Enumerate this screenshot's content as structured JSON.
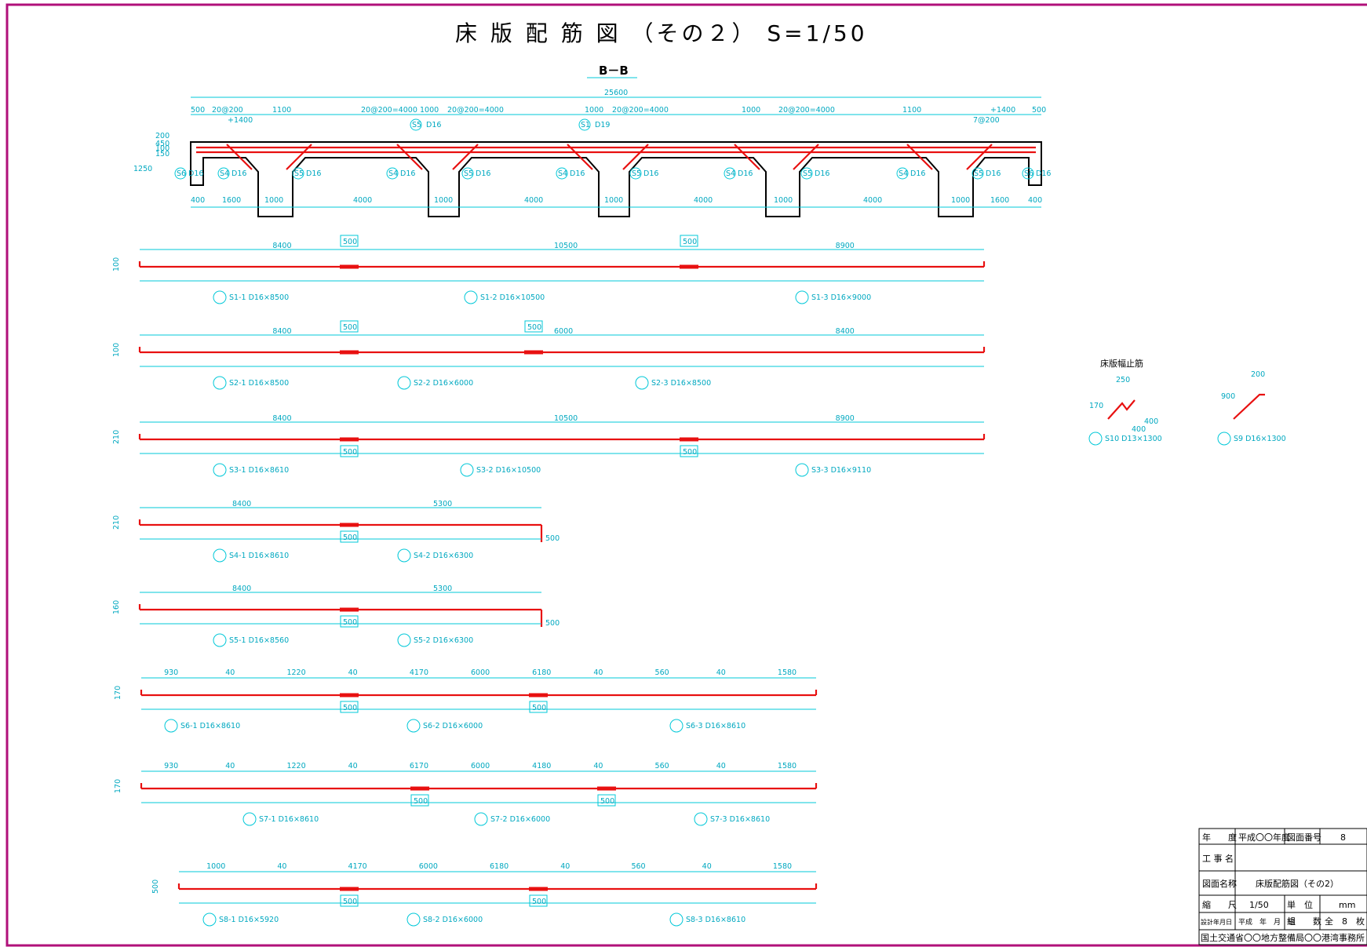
{
  "title": "床 版 配 筋 図 （その２） S=1/50",
  "section": {
    "label": "B－B",
    "overall": "25600",
    "top_dims": [
      "500",
      "20@200",
      "+1400",
      "1100",
      "20@200=4000",
      "1000",
      "20@200=4000",
      "1000",
      "20@200=4000",
      "1000",
      "20@200=4000",
      "1100",
      "7@200",
      "+1400",
      "500"
    ],
    "left_dims": [
      "1250",
      "450",
      "100",
      "150",
      "200"
    ],
    "bottom_dims": [
      "400",
      "1600",
      "1000",
      "4000",
      "1000",
      "4000",
      "1000",
      "4000",
      "1000",
      "4000",
      "1000",
      "1600",
      "400"
    ],
    "top_marks": [
      {
        "mark": "S5",
        "bar": "D16"
      },
      {
        "mark": "S1",
        "bar": "D19"
      }
    ],
    "bottom_marks": [
      {
        "mark": "S6",
        "bar": "D16"
      },
      {
        "mark": "S4",
        "bar": "D16"
      },
      {
        "mark": "S5",
        "bar": "D16"
      },
      {
        "mark": "S4",
        "bar": "D16"
      },
      {
        "mark": "S5",
        "bar": "D16"
      },
      {
        "mark": "S4",
        "bar": "D16"
      },
      {
        "mark": "S5",
        "bar": "D16"
      },
      {
        "mark": "S4",
        "bar": "D16"
      },
      {
        "mark": "S5",
        "bar": "D16"
      },
      {
        "mark": "S4",
        "bar": "D16"
      },
      {
        "mark": "S5",
        "bar": "D16"
      },
      {
        "mark": "S6",
        "bar": "D16"
      }
    ]
  },
  "bars": [
    {
      "name": "S1",
      "end": "100",
      "dims": [
        "8400",
        "10500",
        "8900"
      ],
      "laps": [
        "500",
        "500"
      ],
      "labels": [
        "S1-1 D16×8500",
        "S1-2 D16×10500",
        "S1-3 D16×9000"
      ]
    },
    {
      "name": "S2",
      "end": "100",
      "dims": [
        "8400",
        "6000",
        "8400"
      ],
      "laps": [
        "500",
        "500"
      ],
      "labels": [
        "S2-1 D16×8500",
        "S2-2 D16×6000",
        "S2-3 D16×8500"
      ]
    },
    {
      "name": "S3",
      "end": "210",
      "dims": [
        "8400",
        "10500",
        "8900"
      ],
      "laps": [
        "500",
        "500"
      ],
      "labels": [
        "S3-1 D16×8610",
        "S3-2 D16×10500",
        "S3-3 D16×9110"
      ]
    },
    {
      "name": "S4",
      "end": "210",
      "dims": [
        "8400",
        "5300"
      ],
      "laps": [
        "500"
      ],
      "drop": "500",
      "labels": [
        "S4-1 D16×8610",
        "S4-2 D16×6300"
      ]
    },
    {
      "name": "S5",
      "end": "160",
      "dims": [
        "8400",
        "5300"
      ],
      "laps": [
        "500"
      ],
      "drop": "500",
      "labels": [
        "S5-1 D16×8560",
        "S5-2 D16×6300"
      ]
    },
    {
      "name": "S6",
      "end": "170",
      "dims": [
        "930",
        "40",
        "1220",
        "40",
        "4170",
        "6000",
        "6180",
        "40",
        "560",
        "40",
        "1580"
      ],
      "laps": [
        "500",
        "500"
      ],
      "labels": [
        "S6-1 D16×8610",
        "S6-2 D16×6000",
        "S6-3 D16×8610"
      ]
    },
    {
      "name": "S7",
      "end": "170",
      "dims": [
        "930",
        "40",
        "1220",
        "40",
        "6170",
        "6000",
        "4180",
        "40",
        "560",
        "40",
        "1580"
      ],
      "laps": [
        "500",
        "500"
      ],
      "labels": [
        "S7-1 D16×8610",
        "S7-2 D16×6000",
        "S7-3 D16×8610"
      ]
    },
    {
      "name": "S8",
      "end": "500",
      "dims": [
        "1000",
        "40",
        "4170",
        "6000",
        "6180",
        "40",
        "560",
        "40",
        "1580"
      ],
      "laps": [
        "500",
        "500"
      ],
      "labels": [
        "S8-1 D16×5920",
        "S8-2 D16×6000",
        "S8-3 D16×8610"
      ]
    }
  ],
  "stopper": {
    "title": "床版幅止筋",
    "dims_a": [
      "250",
      "170",
      "400",
      "400"
    ],
    "label_a": "S10 D13×1300",
    "dims_b": [
      "200",
      "900"
    ],
    "label_b": "S9 D16×1300"
  },
  "titleblock": {
    "year_label": "年　　度",
    "year_value": "平成〇〇年度",
    "drawing_no_label": "図面番号",
    "drawing_no": "8",
    "project_label": "工 事 名",
    "name_label": "図面名称",
    "name_value": "床版配筋図（その2）",
    "scale_label": "縮　　尺",
    "scale_value": "1/50",
    "unit_label": "単　位",
    "unit_value": "mm",
    "date_label": "設計年月日",
    "date_value": "平成　年　月　日",
    "set_label": "組　　数",
    "set_value": "全　8　枚",
    "office": "国土交通省〇〇地方整備局〇〇港湾事務所"
  }
}
